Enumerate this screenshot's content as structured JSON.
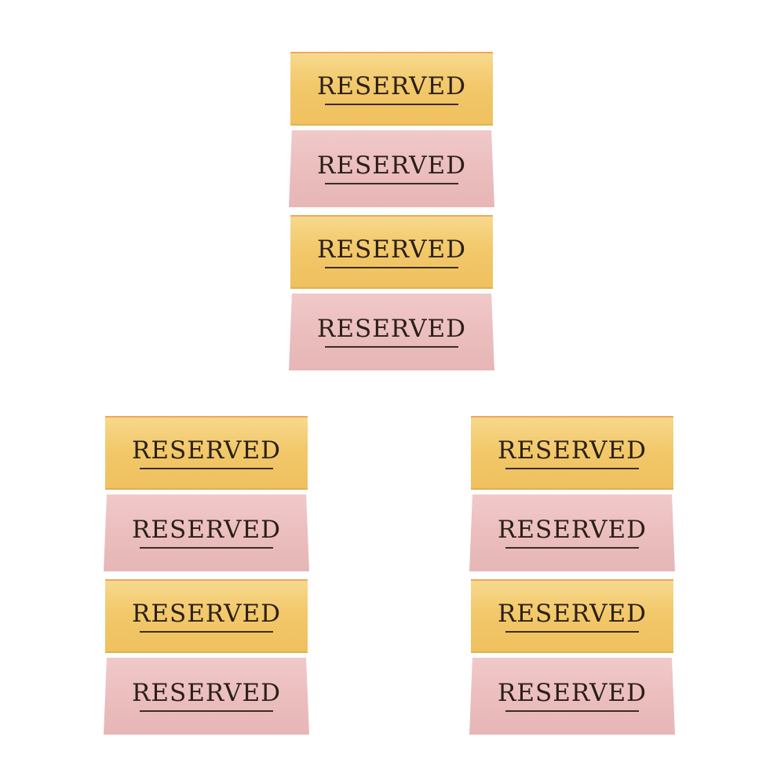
{
  "colors": {
    "gold": "#f2c86a",
    "pink": "#ebbdbd",
    "text": "#2b2018",
    "background": "#ffffff"
  },
  "groups": [
    {
      "name": "top-group",
      "signs": [
        {
          "finish": "gold",
          "label": "RESERVED"
        },
        {
          "finish": "pink",
          "label": "RESERVED"
        },
        {
          "finish": "gold",
          "label": "RESERVED"
        },
        {
          "finish": "pink",
          "label": "RESERVED"
        }
      ]
    },
    {
      "name": "bottom-left-group",
      "signs": [
        {
          "finish": "gold",
          "label": "RESERVED"
        },
        {
          "finish": "pink",
          "label": "RESERVED"
        },
        {
          "finish": "gold",
          "label": "RESERVED"
        },
        {
          "finish": "pink",
          "label": "RESERVED"
        }
      ]
    },
    {
      "name": "bottom-right-group",
      "signs": [
        {
          "finish": "gold",
          "label": "RESERVED"
        },
        {
          "finish": "pink",
          "label": "RESERVED"
        },
        {
          "finish": "gold",
          "label": "RESERVED"
        },
        {
          "finish": "pink",
          "label": "RESERVED"
        }
      ]
    }
  ]
}
